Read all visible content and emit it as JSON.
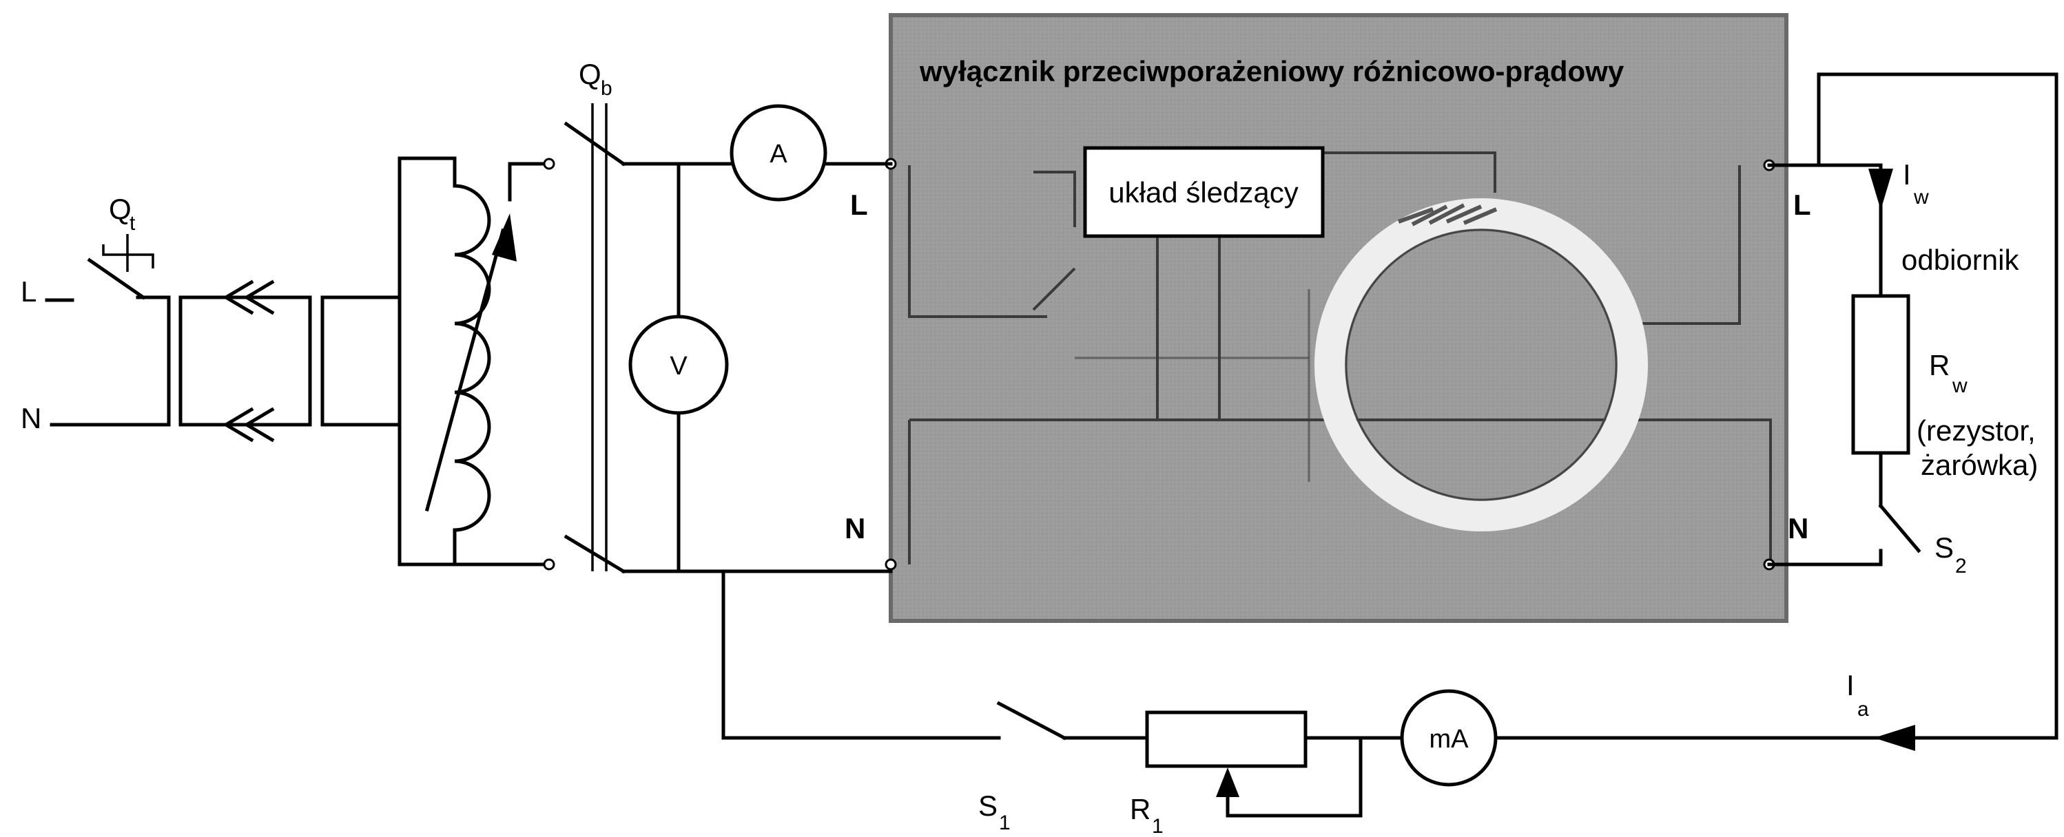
{
  "colors": {
    "breaker_fill": "#9c9c9c",
    "breaker_border": "#6a6a6a",
    "inner_line": "#3a3a3a",
    "ring": "#eeeeee",
    "ink": "#000000",
    "background": "#ffffff"
  },
  "breaker": {
    "title": "wyłącznik przeciwporażeniowy różnicowo-prądowy",
    "tracking_block": "układ śledzący",
    "terminal_in_L": "L",
    "terminal_in_N": "N",
    "terminal_out_L": "L",
    "terminal_out_N": "N"
  },
  "supply": {
    "line_L": "L",
    "line_N": "N",
    "switch_qt": "Q",
    "switch_qt_sub": "t",
    "switch_qb": "Q",
    "switch_qb_sub": "b"
  },
  "meters": {
    "ammeter": "A",
    "voltmeter": "V",
    "milliammeter": "mA"
  },
  "load": {
    "current_iw": "I",
    "current_iw_sub": "w",
    "name": "odbiornik",
    "resistor": "R",
    "resistor_sub": "w",
    "note_line1": "(rezystor,",
    "note_line2": "żarówka)",
    "switch_s2": "S",
    "switch_s2_sub": "2"
  },
  "test_circuit": {
    "current_ia": "I",
    "current_ia_sub": "a",
    "switch_s1": "S",
    "switch_s1_sub": "1",
    "resistor_r1": "R",
    "resistor_r1_sub": "1"
  }
}
